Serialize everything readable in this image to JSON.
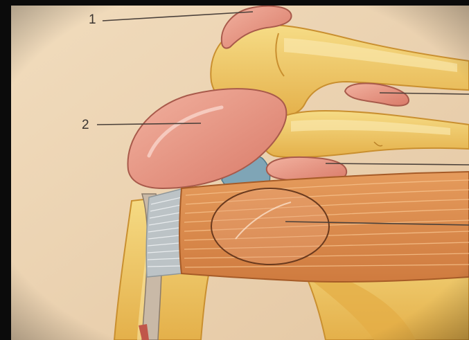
{
  "figure": {
    "labels": [
      {
        "id": "1",
        "text": "1"
      },
      {
        "id": "2",
        "text": "2"
      }
    ],
    "colors": {
      "paper": "#efd7b6",
      "bone": "#efc862",
      "bone_shadow": "#d89c35",
      "bursa": "#e38f7e",
      "bursa_light": "#f3b3a2",
      "muscle": "#d7874b",
      "muscle_fiber": "#f6c08a",
      "tendon": "#bcc3c6",
      "cartilage": "#7fa5b6",
      "frame": "#0b0b0b",
      "leader": "#4a403a"
    }
  }
}
